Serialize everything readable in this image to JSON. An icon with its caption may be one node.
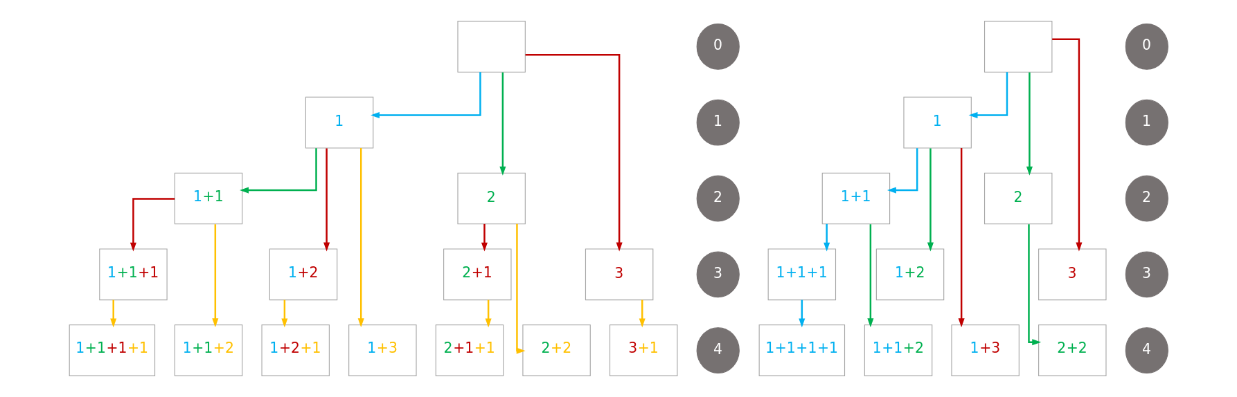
{
  "diagram": {
    "nodes": [
      {
        "text": [
          "0"
        ]
      },
      {
        "text": [
          "1"
        ]
      },
      {
        "text": [
          "2"
        ]
      },
      {
        "text": [
          "3"
        ]
      },
      {
        "text": [
          "4"
        ]
      },
      {
        "text": [],
        "shape": "box"
      },
      {
        "text": [
          "1"
        ]
      },
      {
        "text": [
          "1+1"
        ]
      },
      {
        "text": [
          "2"
        ]
      },
      {
        "text": [
          "1+1+1"
        ]
      },
      {
        "text": [
          "2+1"
        ]
      },
      {
        "text": [
          "1+2"
        ]
      },
      {
        "text": [
          "3"
        ]
      },
      {
        "text": [
          "1+1+1+1"
        ]
      },
      {
        "text": [
          "2+1+1"
        ]
      },
      {
        "text": [
          "1+2+1"
        ]
      },
      {
        "text": [
          "3+1"
        ]
      },
      {
        "text": [
          "1+1+2"
        ]
      },
      {
        "text": [
          "2+2"
        ]
      },
      {
        "text": [
          "1+3"
        ]
      },
      {
        "text": [
          "0"
        ]
      },
      {
        "text": [
          "1"
        ]
      },
      {
        "text": [
          "2"
        ]
      },
      {
        "text": [
          "3"
        ]
      },
      {
        "text": [
          "4"
        ]
      },
      {
        "text": [],
        "shape": "box"
      },
      {
        "text": [
          "1"
        ]
      },
      {
        "text": [
          "1+1"
        ]
      },
      {
        "text": [
          "2"
        ]
      },
      {
        "text": [
          "1+1+1"
        ]
      },
      {
        "text": [
          "1+2"
        ]
      },
      {
        "text": [
          "3"
        ]
      },
      {
        "text": [
          "1+1+1+1"
        ]
      },
      {
        "text": [
          "1+1+2"
        ]
      },
      {
        "text": [
          "2+2"
        ]
      },
      {
        "text": [
          "1+3"
        ]
      }
    ],
    "edges": [
      {
        "from": 5,
        "to": 6,
        "arrow": "to",
        "color": "#00b0f0"
      },
      {
        "from": 5,
        "to": 8,
        "arrow": "to",
        "color": "#00b050"
      },
      {
        "from": 5,
        "to": 12,
        "arrow": "to",
        "color": "#c00000"
      },
      {
        "from": 6,
        "to": 7,
        "arrow": "to",
        "color": "#00b050"
      },
      {
        "from": 6,
        "to": 11,
        "arrow": "to",
        "color": "#c00000"
      },
      {
        "from": 6,
        "to": 19,
        "arrow": "to",
        "color": "#ffc000"
      },
      {
        "from": 7,
        "to": 9,
        "arrow": "to",
        "color": "#c00000"
      },
      {
        "from": 7,
        "to": 17,
        "arrow": "to",
        "color": "#ffc000"
      },
      {
        "from": 8,
        "to": 10,
        "arrow": "to",
        "color": "#c00000"
      },
      {
        "from": 8,
        "to": 18,
        "arrow": "to",
        "color": "#ffc000"
      },
      {
        "from": 9,
        "to": 13,
        "arrow": "to",
        "color": "#ffc000"
      },
      {
        "from": 10,
        "to": 14,
        "arrow": "to",
        "color": "#ffc000"
      },
      {
        "from": 11,
        "to": 15,
        "arrow": "to",
        "color": "#ffc000"
      },
      {
        "from": 12,
        "to": 16,
        "arrow": "to",
        "color": "#ffc000"
      },
      {
        "from": 25,
        "to": 26,
        "arrow": "to",
        "color": "#00b0f0"
      },
      {
        "from": 25,
        "to": 28,
        "arrow": "to",
        "color": "#00b050"
      },
      {
        "from": 25,
        "to": 31,
        "arrow": "to",
        "color": "#c00000"
      },
      {
        "from": 26,
        "to": 27,
        "arrow": "to",
        "color": "#00b0f0"
      },
      {
        "from": 26,
        "to": 30,
        "arrow": "to",
        "color": "#00b050"
      },
      {
        "from": 26,
        "to": 35,
        "arrow": "to",
        "color": "#c00000"
      },
      {
        "from": 27,
        "to": 29,
        "arrow": "to",
        "color": "#00b0f0"
      },
      {
        "from": 27,
        "to": 33,
        "arrow": "to",
        "color": "#00b050"
      },
      {
        "from": 28,
        "to": 34,
        "arrow": "to",
        "color": "#00b050"
      },
      {
        "from": 29,
        "to": 32,
        "arrow": "to",
        "color": "#00b0f0"
      }
    ]
  }
}
